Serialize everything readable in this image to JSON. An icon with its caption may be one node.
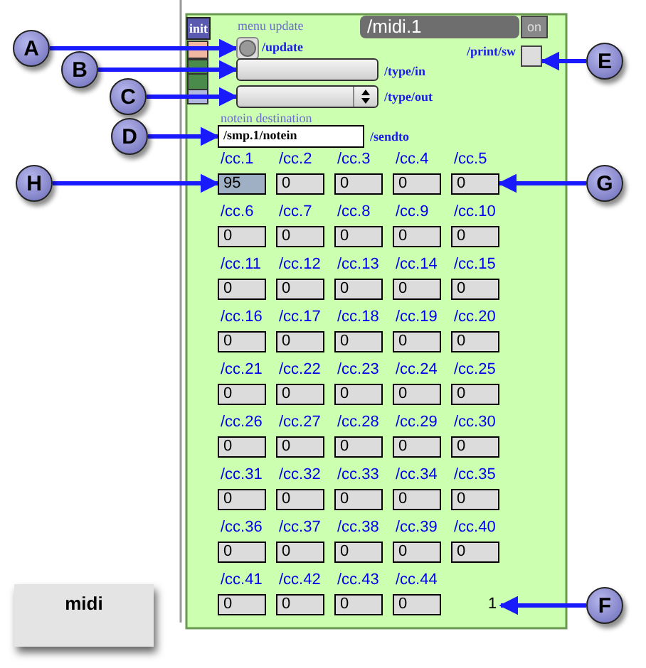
{
  "diagram": {
    "nodes": [
      {
        "text": [
          "A"
        ]
      },
      {
        "text": [
          "B"
        ]
      },
      {
        "text": [
          "C"
        ]
      },
      {
        "text": [
          "D"
        ]
      },
      {
        "text": [
          "E"
        ]
      },
      {
        "text": [
          "F"
        ]
      },
      {
        "text": [
          "G"
        ]
      },
      {
        "text": [
          "H"
        ]
      },
      {
        "text": [],
        "shape": "circle",
        "beside": [
          "/update"
        ]
      },
      {
        "text": [],
        "shape": "box",
        "beside": [
          "/type/in"
        ]
      },
      {
        "text": [],
        "shape": "box",
        "beside": [
          "/type/out"
        ]
      },
      {
        "text": [
          "/smp.1/notein"
        ],
        "beside": [
          "/sendto"
        ]
      },
      {
        "text": [],
        "shape": "box",
        "beside": [
          "/print/sw"
        ]
      },
      {
        "text": [
          "1"
        ]
      },
      {
        "text": [
          "95"
        ],
        "beside": [
          "/cc.1"
        ]
      },
      {
        "text": [
          "0"
        ],
        "beside": [
          "/cc.2"
        ]
      },
      {
        "text": [
          "0"
        ],
        "beside": [
          "/cc.3"
        ]
      },
      {
        "text": [
          "0"
        ],
        "beside": [
          "/cc.4"
        ]
      },
      {
        "text": [
          "0"
        ],
        "beside": [
          "/cc.5"
        ]
      },
      {
        "text": [
          "0"
        ],
        "beside": [
          "/cc.6"
        ]
      },
      {
        "text": [
          "0"
        ],
        "beside": [
          "/cc.7"
        ]
      },
      {
        "text": [
          "0"
        ],
        "beside": [
          "/cc.8"
        ]
      },
      {
        "text": [
          "0"
        ],
        "beside": [
          "/cc.9"
        ]
      },
      {
        "text": [
          "0"
        ],
        "beside": [
          "/cc.10"
        ]
      },
      {
        "text": [
          "0"
        ],
        "beside": [
          "/cc.11"
        ]
      },
      {
        "text": [
          "0"
        ],
        "beside": [
          "/cc.12"
        ]
      },
      {
        "text": [
          "0"
        ],
        "beside": [
          "/cc.13"
        ]
      },
      {
        "text": [
          "0"
        ],
        "beside": [
          "/cc.14"
        ]
      },
      {
        "text": [
          "0"
        ],
        "beside": [
          "/cc.15"
        ]
      },
      {
        "text": [
          "0"
        ],
        "beside": [
          "/cc.16"
        ]
      },
      {
        "text": [
          "0"
        ],
        "beside": [
          "/cc.17"
        ]
      },
      {
        "text": [
          "0"
        ],
        "beside": [
          "/cc.18"
        ]
      },
      {
        "text": [
          "0"
        ],
        "beside": [
          "/cc.19"
        ]
      },
      {
        "text": [
          "0"
        ],
        "beside": [
          "/cc.20"
        ]
      },
      {
        "text": [
          "0"
        ],
        "beside": [
          "/cc.21"
        ]
      },
      {
        "text": [
          "0"
        ],
        "beside": [
          "/cc.22"
        ]
      },
      {
        "text": [
          "0"
        ],
        "beside": [
          "/cc.23"
        ]
      },
      {
        "text": [
          "0"
        ],
        "beside": [
          "/cc.24"
        ]
      },
      {
        "text": [
          "0"
        ],
        "beside": [
          "/cc.25"
        ]
      },
      {
        "text": [
          "0"
        ],
        "beside": [
          "/cc.26"
        ]
      },
      {
        "text": [
          "0"
        ],
        "beside": [
          "/cc.27"
        ]
      },
      {
        "text": [
          "0"
        ],
        "beside": [
          "/cc.28"
        ]
      },
      {
        "text": [
          "0"
        ],
        "beside": [
          "/cc.29"
        ]
      },
      {
        "text": [
          "0"
        ],
        "beside": [
          "/cc.30"
        ]
      },
      {
        "text": [
          "0"
        ],
        "beside": [
          "/cc.31"
        ]
      },
      {
        "text": [
          "0"
        ],
        "beside": [
          "/cc.32"
        ]
      },
      {
        "text": [
          "0"
        ],
        "beside": [
          "/cc.33"
        ]
      },
      {
        "text": [
          "0"
        ],
        "beside": [
          "/cc.34"
        ]
      },
      {
        "text": [
          "0"
        ],
        "beside": [
          "/cc.35"
        ]
      },
      {
        "text": [
          "0"
        ],
        "beside": [
          "/cc.36"
        ]
      },
      {
        "text": [
          "0"
        ],
        "beside": [
          "/cc.37"
        ]
      },
      {
        "text": [
          "0"
        ],
        "beside": [
          "/cc.38"
        ]
      },
      {
        "text": [
          "0"
        ],
        "beside": [
          "/cc.39"
        ]
      },
      {
        "text": [
          "0"
        ],
        "beside": [
          "/cc.40"
        ]
      },
      {
        "text": [
          "0"
        ],
        "beside": [
          "/cc.41"
        ]
      },
      {
        "text": [
          "0"
        ],
        "beside": [
          "/cc.42"
        ]
      },
      {
        "text": [
          "0"
        ],
        "beside": [
          "/cc.43"
        ]
      },
      {
        "text": [
          "0"
        ],
        "beside": [
          "/cc.44"
        ]
      }
    ],
    "edges": [
      {
        "from": 0,
        "to": 8,
        "arrow": "to"
      },
      {
        "from": 1,
        "to": 9,
        "arrow": "to"
      },
      {
        "from": 2,
        "to": 10,
        "arrow": "to"
      },
      {
        "from": 3,
        "to": 11,
        "arrow": "to"
      },
      {
        "from": 4,
        "to": 12,
        "arrow": "to"
      },
      {
        "from": 5,
        "to": 13,
        "arrow": "to"
      },
      {
        "from": 6,
        "to": 18,
        "arrow": "to"
      },
      {
        "from": 7,
        "to": 14,
        "arrow": "to"
      }
    ],
    "labels": [
      "init",
      "menu update",
      "/midi.1",
      "on",
      "notein destination",
      "midi"
    ]
  }
}
